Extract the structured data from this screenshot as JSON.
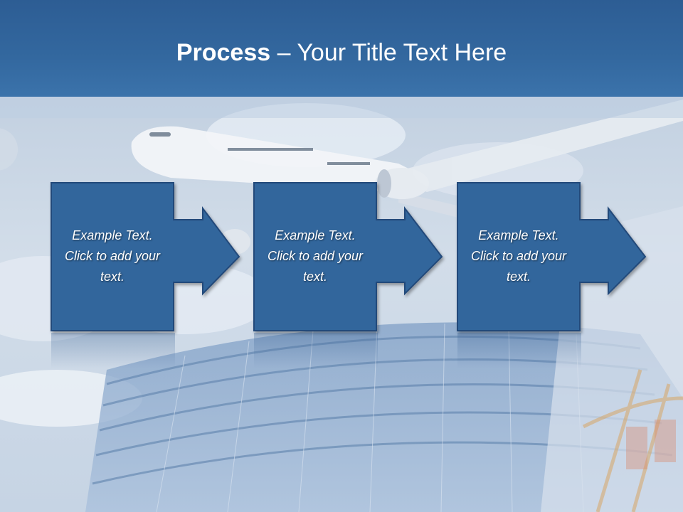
{
  "slide": {
    "title_bold": "Process",
    "title_rest": " – Your Title Text Here",
    "background_image": "airplane-over-glass-building"
  },
  "steps": [
    {
      "text": "Example Text. Click  to add your text."
    },
    {
      "text": "Example Text. Click  to add your text."
    },
    {
      "text": "Example Text. Click  to add your text."
    }
  ],
  "colors": {
    "header": "#33689f",
    "step_fill": "#33669c",
    "step_border": "#24497a",
    "text": "#ffffff"
  }
}
